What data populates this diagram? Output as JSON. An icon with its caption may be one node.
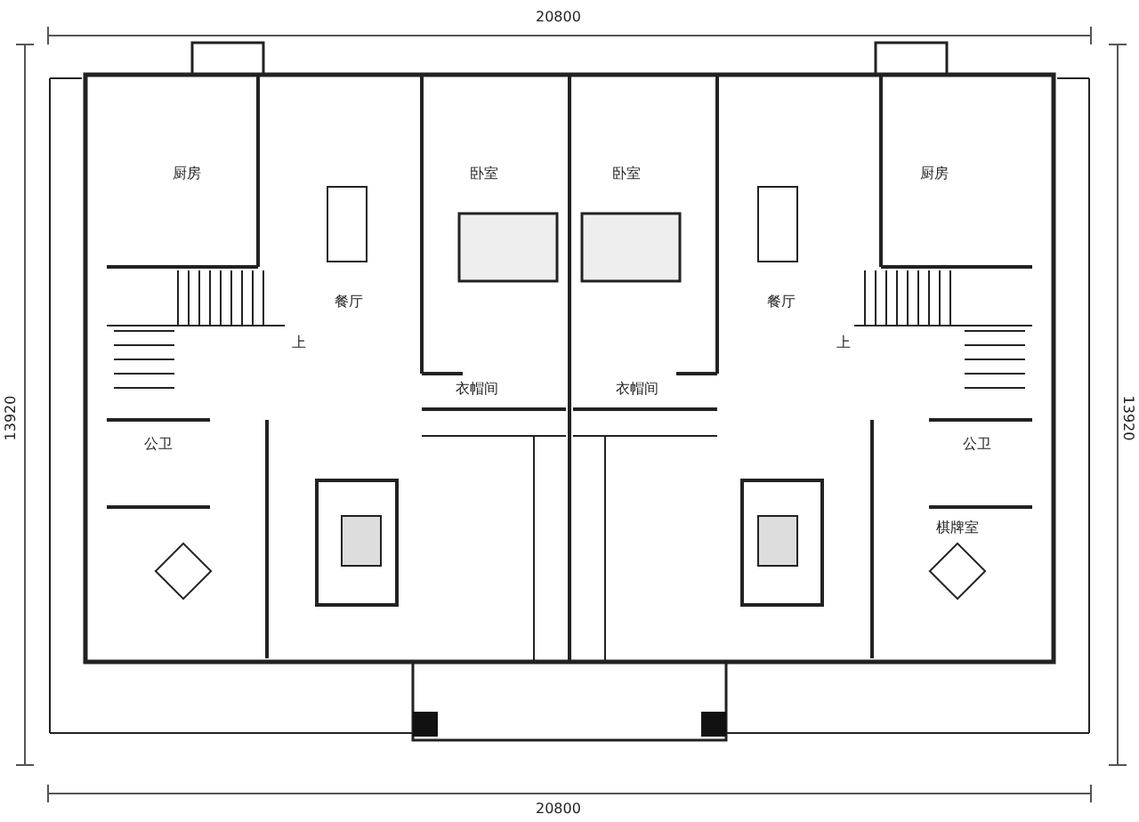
{
  "diagram": {
    "labels": [
      "20800",
      "厨房",
      "卧室",
      "卧室",
      "厨房",
      "餐厅",
      "餐厅",
      "上",
      "上",
      "衣帽间",
      "衣帽间",
      "13920",
      "13920",
      "公卫",
      "公卫",
      "棋牌室",
      "20800"
    ]
  }
}
